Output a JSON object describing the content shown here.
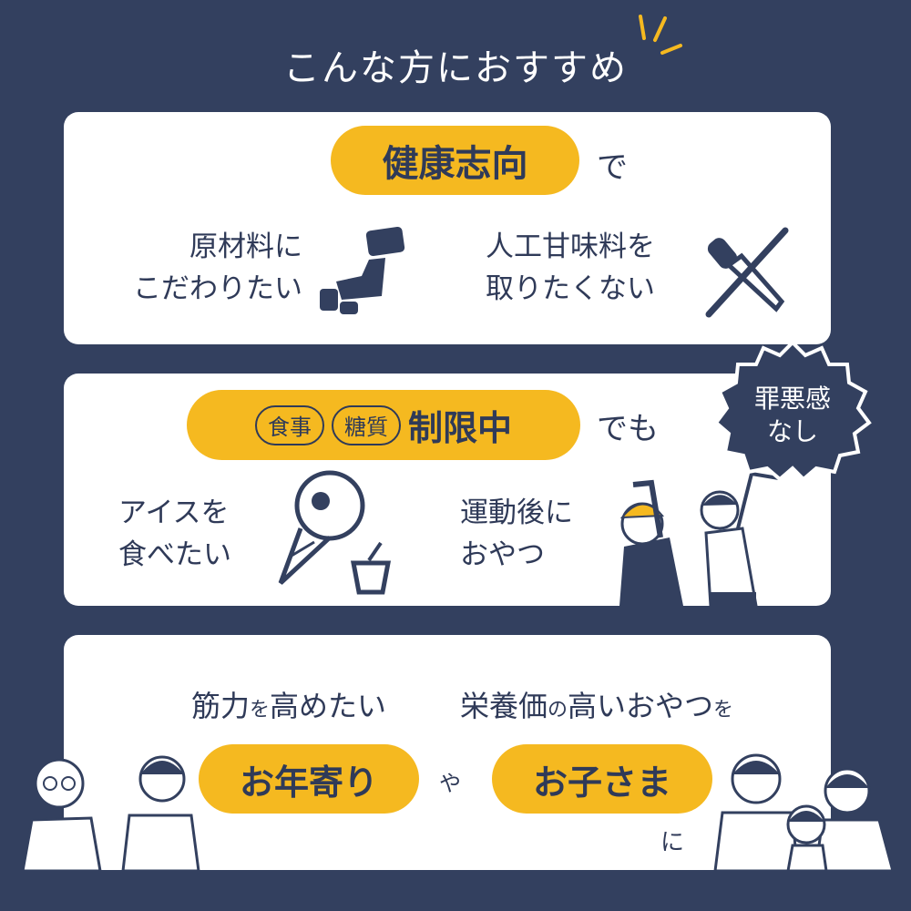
{
  "title": "こんな方におすすめ",
  "card1": {
    "pill": "健康志向",
    "suffix": "で",
    "left": {
      "line1": "原材料に",
      "line2": "こだわりたい",
      "icon": "japan-map-icon"
    },
    "right": {
      "line1": "人工甘味料を",
      "line2": "取りたくない",
      "icon": "no-dropper-icon"
    }
  },
  "card2": {
    "tag1": "食事",
    "tag2": "糖質",
    "pill": "制限中",
    "suffix": "でも",
    "badge": {
      "line1": "罪悪感",
      "line2": "なし"
    },
    "left": {
      "line1": "アイスを",
      "line2": "食べたい",
      "icon": "ice-cream-icon"
    },
    "right": {
      "line1": "運動後に",
      "line2": "おやつ",
      "icon": "stretching-people-icon"
    }
  },
  "card3": {
    "left_a": "筋力",
    "left_b": "を",
    "left_c": "高めたい",
    "right_a": "栄養価",
    "right_b": "の",
    "right_c": "高いおやつ",
    "right_d": "を",
    "pill1": "お年寄り",
    "mid": "や",
    "pill2": "お子さま",
    "suffix": "に"
  },
  "colors": {
    "background": "#33405f",
    "accent": "#f5b920",
    "text": "#2f3a58"
  }
}
